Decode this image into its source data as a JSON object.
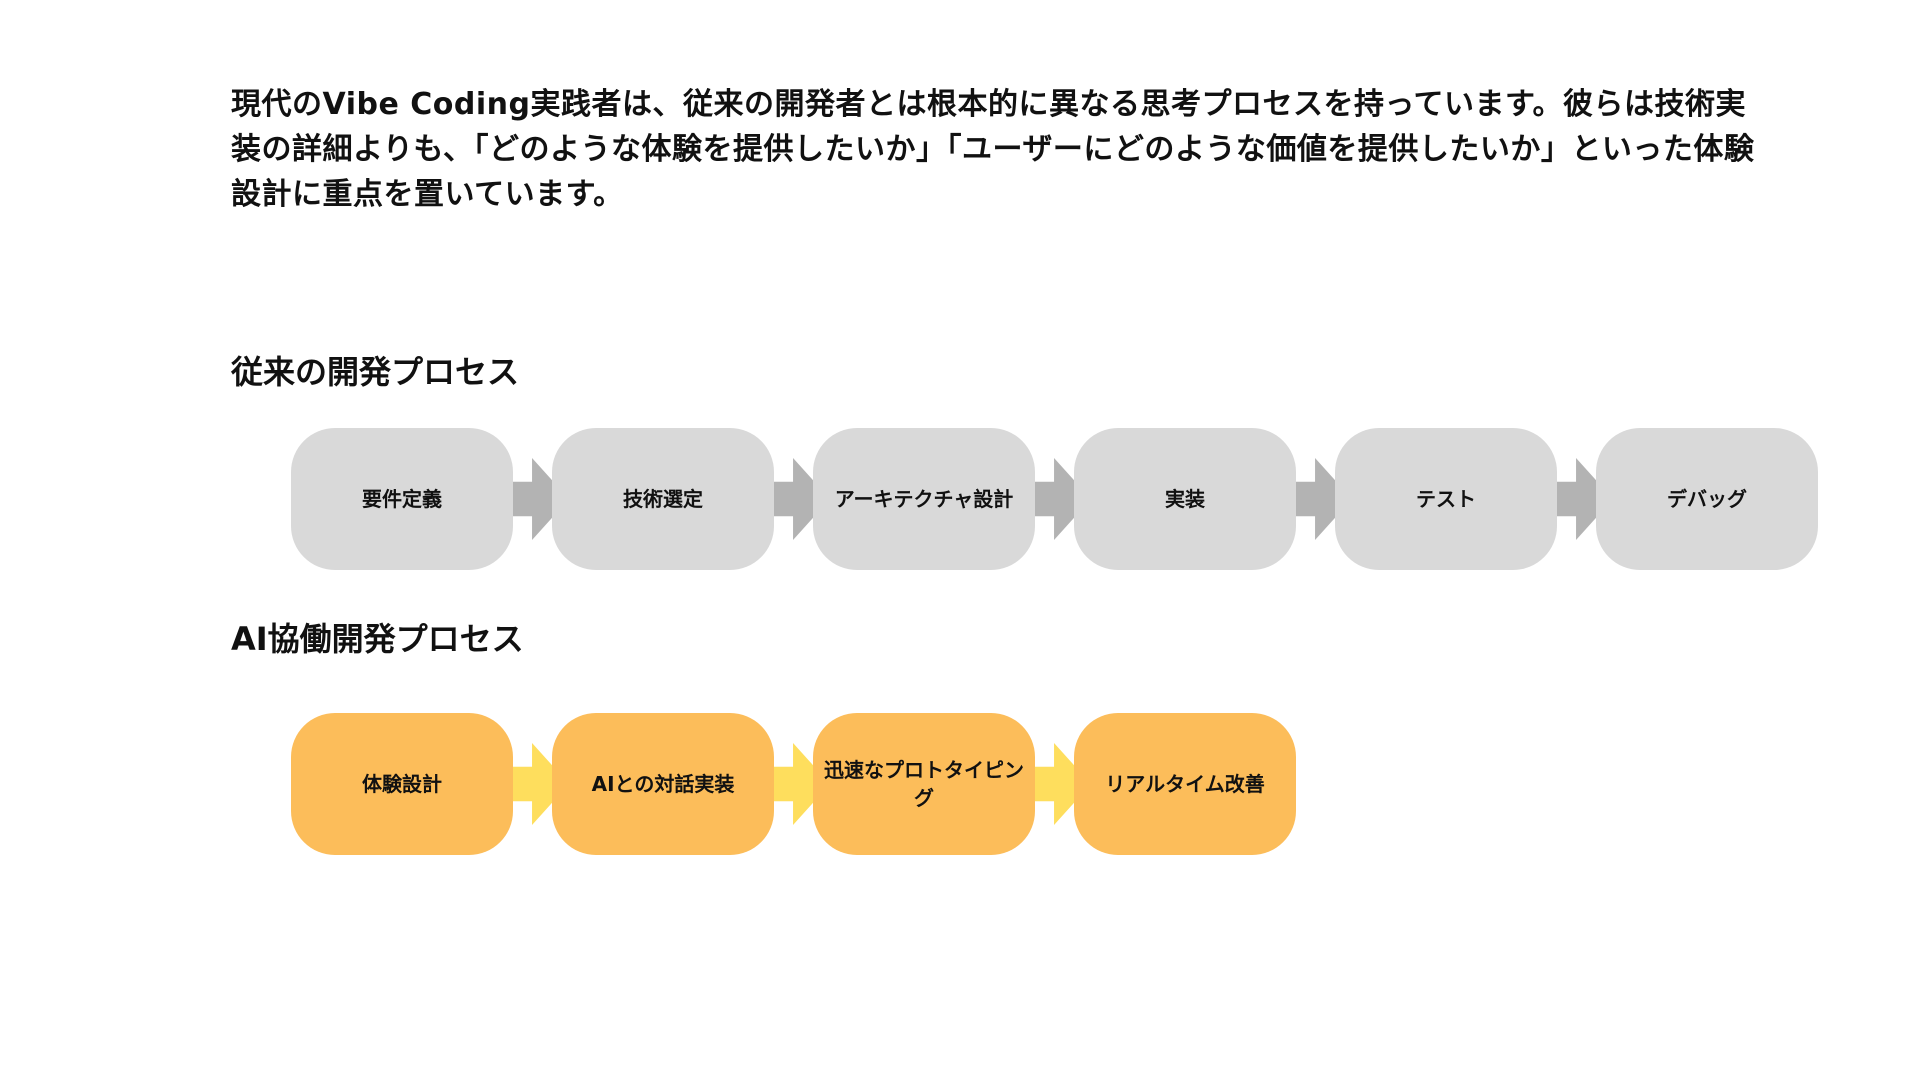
{
  "intro_text": "現代のVibe Coding実践者は、従来の開発者とは根本的に異なる思考プロセスを持っています。彼らは技術実装の詳細よりも、「どのような体験を提供したいか」「ユーザーにどのような価値を提供したいか」といった体験設計に重点を置いています。",
  "traditional": {
    "title": "従来の開発プロセス",
    "steps": [
      "要件定義",
      "技術選定",
      "アーキテクチャ設計",
      "実装",
      "テスト",
      "デバッグ"
    ]
  },
  "ai": {
    "title": "AI協働開発プロセス",
    "steps": [
      "体験設計",
      "AIとの対話実装",
      "迅速なプロトタイピング",
      "リアルタイム改善"
    ]
  },
  "colors": {
    "gray_box": "#d9d9d9",
    "gray_arrow": "#b3b3b3",
    "orange_box": "#fcbd5a",
    "yellow_arrow": "#fede5d"
  }
}
